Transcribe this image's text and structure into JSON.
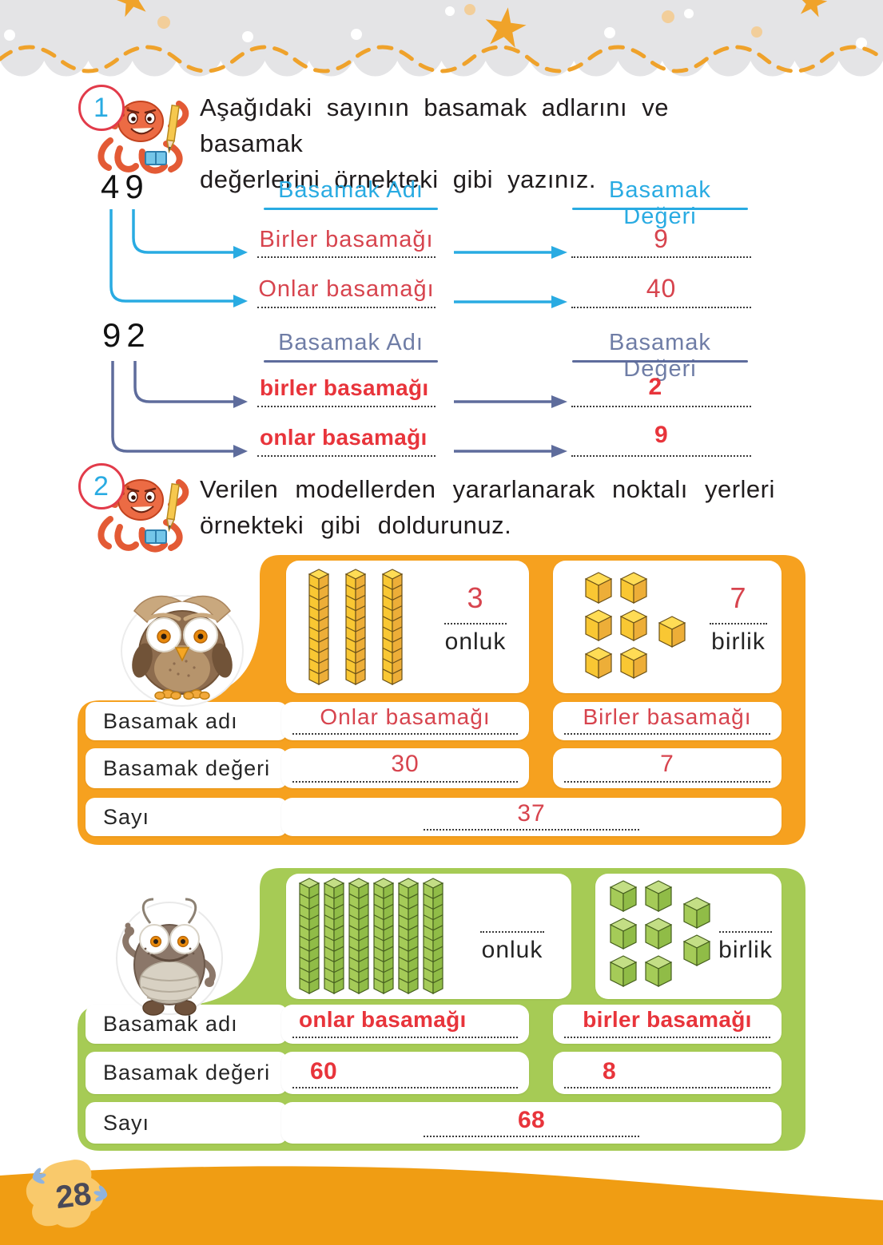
{
  "page": {
    "number": "28"
  },
  "colors": {
    "band_gray": "#E4E4E6",
    "accent_cyan": "#29ABE2",
    "accent_navy": "#5E6C9C",
    "red_script": "#D7444E",
    "red_plain": "#E8343B",
    "panel_orange": "#F6A11F",
    "panel_green": "#A6CB55",
    "wave_orange": "#F09D13",
    "star_orange": "#F0A32A"
  },
  "block_colors": {
    "orange": {
      "top": "#FFDC55",
      "left": "#F9C733",
      "right": "#EDAE38",
      "stroke": "#6B5118"
    },
    "green": {
      "top": "#C3DE85",
      "left": "#A5CB58",
      "right": "#90BC47",
      "stroke": "#465F1E"
    }
  },
  "exercise1": {
    "badge": "1",
    "instruction": {
      "line1": "Aşağıdaki sayının basamak adlarını ve basamak",
      "line2": "değerlerini örnekteki gibi yazınız."
    },
    "example": {
      "number": "49",
      "name_header": "Basamak Adı",
      "value_header": "Basamak Değeri",
      "rows": [
        {
          "name": "Birler basamağı",
          "value": "9"
        },
        {
          "name": "Onlar basamağı",
          "value": "40"
        }
      ]
    },
    "problem": {
      "number": "92",
      "name_header": "Basamak Adı",
      "value_header": "Basamak Değeri",
      "rows": [
        {
          "name": "birler basamağı",
          "value": "2"
        },
        {
          "name": "onlar basamağı",
          "value": "9"
        }
      ]
    }
  },
  "exercise2": {
    "badge": "2",
    "instruction": {
      "line1": "Verilen modellerden yararlanarak noktalı yerleri",
      "line2": "örnekteki gibi doldurunuz."
    },
    "panels": [
      {
        "theme": "orange",
        "mascot": "owl",
        "model": {
          "tens_count": 3,
          "tens_value": "3",
          "tens_unit": "onluk",
          "ones_count": 7,
          "ones_value": "7",
          "ones_unit": "birlik",
          "ones_layout": [
            [
              0,
              0
            ],
            [
              1,
              0
            ],
            [
              0,
              1
            ],
            [
              1,
              1
            ],
            [
              2.1,
              1.18
            ],
            [
              0,
              2
            ],
            [
              1,
              2
            ]
          ]
        },
        "labels": {
          "name": "Basamak adı",
          "value": "Basamak değeri",
          "number": "Sayı"
        },
        "answers": {
          "tens_name": "Onlar basamağı",
          "ones_name": "Birler basamağı",
          "tens_value": "30",
          "ones_value": "7",
          "number": "37"
        }
      },
      {
        "theme": "green",
        "mascot": "bug",
        "model": {
          "tens_count": 6,
          "tens_value": "",
          "tens_unit": "onluk",
          "ones_count": 8,
          "ones_value": "",
          "ones_unit": "birlik",
          "ones_layout": [
            [
              0,
              0
            ],
            [
              1,
              0
            ],
            [
              2.1,
              0.45
            ],
            [
              0,
              1
            ],
            [
              1,
              1
            ],
            [
              2.1,
              1.45
            ],
            [
              0,
              2
            ],
            [
              1,
              2
            ]
          ]
        },
        "labels": {
          "name": "Basamak adı",
          "value": "Basamak değeri",
          "number": "Sayı"
        },
        "answers": {
          "tens_name": "onlar basamağı",
          "ones_name": "birler basamağı",
          "tens_value": "60",
          "ones_value": "8",
          "number": "68"
        }
      }
    ]
  }
}
